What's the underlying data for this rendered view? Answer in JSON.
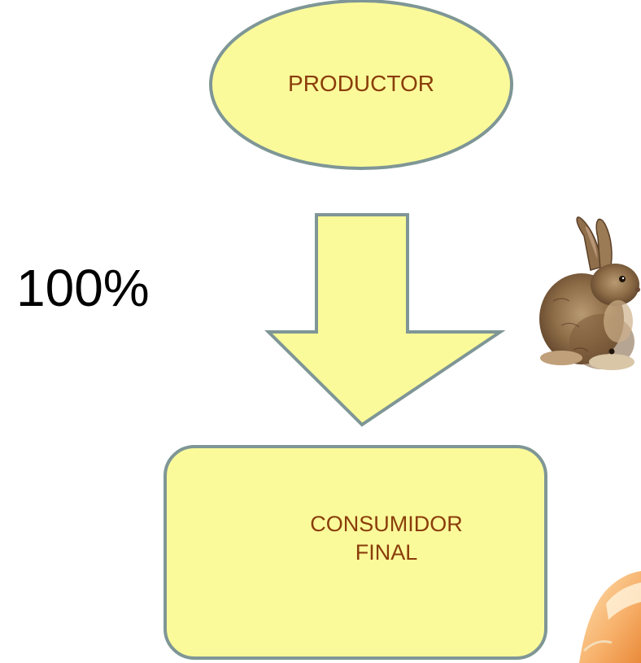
{
  "diagram": {
    "producer": {
      "label": "PRODUCTOR"
    },
    "flow": {
      "percent": "100%"
    },
    "consumer": {
      "line1": "CONSUMIDOR",
      "line2": "FINAL"
    },
    "images": {
      "rabbit": "rabbit-image",
      "corner_decoration": "decoration-image"
    }
  },
  "colors": {
    "node_fill": "#fafa9a",
    "node_stroke": "#7f9696",
    "label_text": "#8a3d0a"
  }
}
